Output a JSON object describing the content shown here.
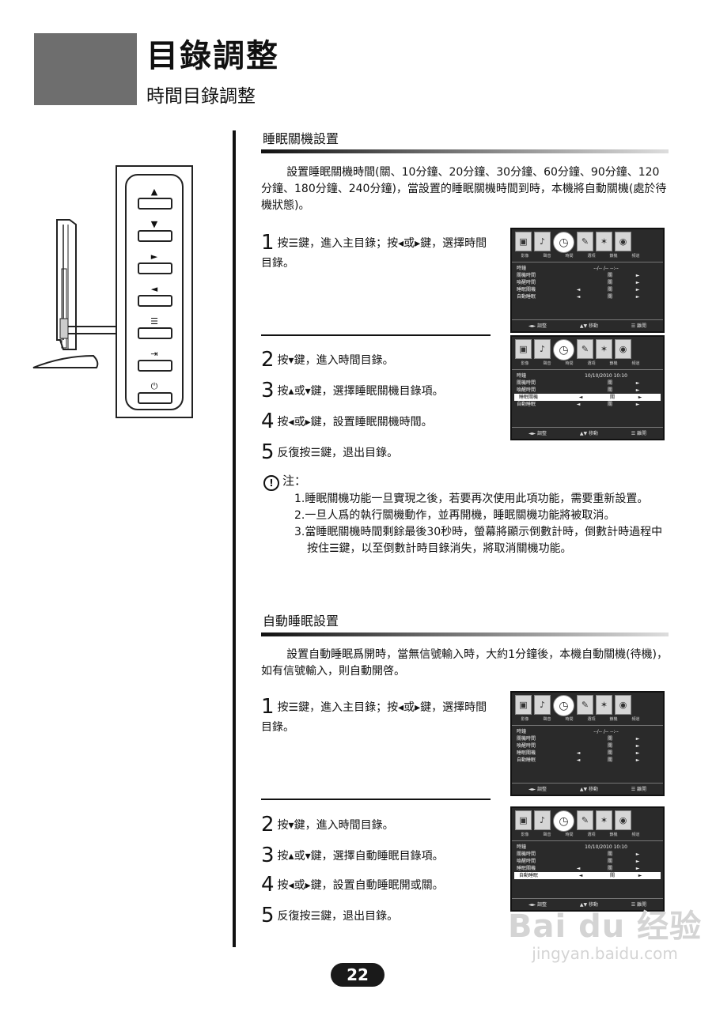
{
  "header": {
    "title": "目錄調整",
    "subtitle": "時間目錄調整"
  },
  "remote_symbols": [
    "▲",
    "▼",
    "►",
    "◄",
    "☰",
    "⇥",
    "⏻"
  ],
  "sleep": {
    "title": "睡眠關機設置",
    "intro": "設置睡眠關機時間(關、10分鐘、20分鐘、30分鐘、60分鐘、90分鐘、120分鐘、180分鐘、240分鐘)，當設置的睡眠關機時間到時，本機將自動關機(處於待機狀態)。",
    "step1_num": "1",
    "step1": "按☰鍵，進入主目錄；按◂或▸鍵，選擇時間目錄。",
    "step2_num": "2",
    "step2": "按▾鍵，進入時間目錄。",
    "step3_num": "3",
    "step3": "按▴或▾鍵，選擇睡眠關機目錄項。",
    "step4_num": "4",
    "step4": "按◂或▸鍵，設置睡眠關機時間。",
    "step5_num": "5",
    "step5": "反復按☰鍵，退出目錄。"
  },
  "note": {
    "label": "注：",
    "items": [
      "1.睡眠關機功能一旦實現之後，若要再次使用此項功能，需要重新設置。",
      "2.一旦人爲的執行關機動作，並再開機，睡眠關機功能將被取消。",
      "3.當睡眠關機時間剩餘最後30秒時，螢幕將顯示倒數計時，倒數計時過程中按住☰鍵，以至倒數計時目錄消失，將取消關機功能。"
    ]
  },
  "auto": {
    "title": "自動睡眠設置",
    "intro": "設置自動睡眠爲開時，當無信號輸入時，大約1分鐘後，本機自動關機(待機)，如有信號輸入，則自動開啓。",
    "step1_num": "1",
    "step1": "按☰鍵，進入主目錄；按◂或▸鍵，選擇時間目錄。",
    "step2_num": "2",
    "step2": "按▾鍵，進入時間目錄。",
    "step3_num": "3",
    "step3": "按▴或▾鍵，選擇自動睡眠目錄項。",
    "step4_num": "4",
    "step4": "按◂或▸鍵，設置自動睡眠開或關。",
    "step5_num": "5",
    "step5": "反復按☰鍵，退出目錄。"
  },
  "osd": {
    "tabs": [
      "影像",
      "聲音",
      "時間",
      "選項",
      "鎖機",
      "頻道"
    ],
    "rows": [
      "時鐘",
      "關機時間",
      "喚醒時間",
      "睡眠關機",
      "自動睡眠"
    ],
    "clock_blank": "--/--  /--   --:--",
    "clock_set": "10/10/2010  10:10",
    "value": "關",
    "left": "◄",
    "right": "►",
    "foot": [
      "◄► 調整",
      "▲▼ 移動",
      "☰ 離開"
    ]
  },
  "footer": {
    "page": "22"
  },
  "watermark": {
    "brand": "Bai du 经验",
    "url": "jingyan.baidu.com"
  },
  "colors": {
    "header_block": "#6e6e6e",
    "osd_bg": "#2a2a2a"
  }
}
